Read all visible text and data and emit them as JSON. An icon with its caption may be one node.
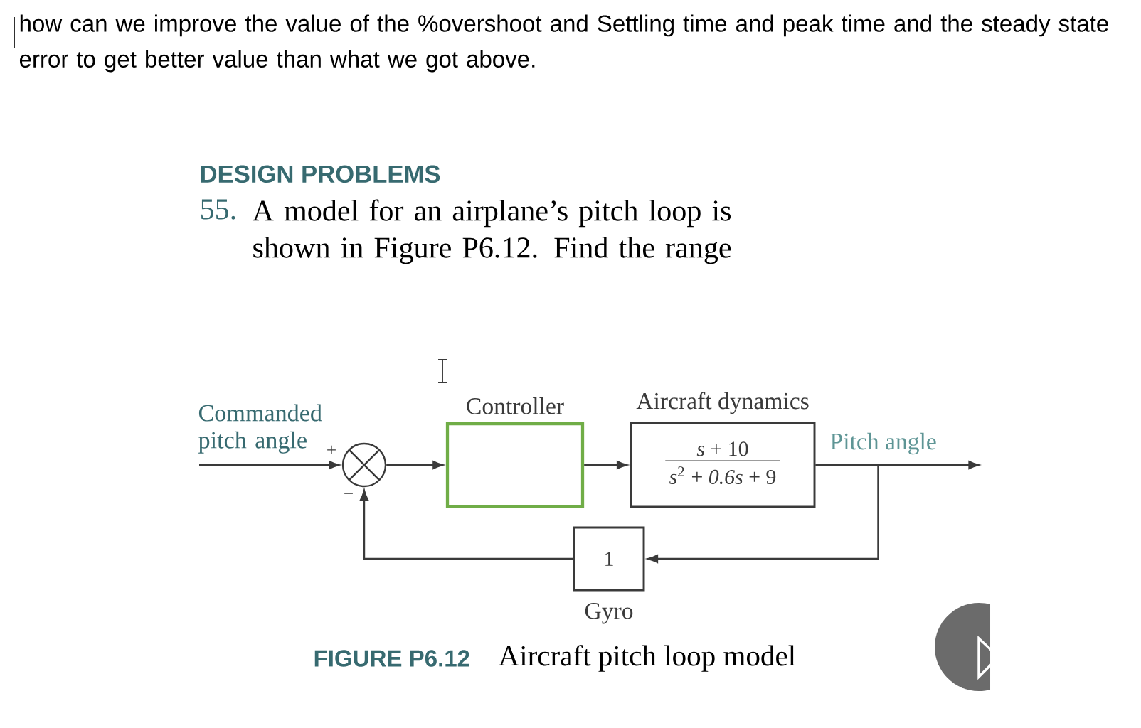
{
  "diagram": {
    "nodes": [
      {
        "text": [],
        "shape": "circle"
      },
      {
        "text": [
          "Controller"
        ]
      },
      {
        "text": [
          "Aircraft dynamics",
          "*s* + 10",
          "*s*$^{2}$ + *0.6s* + 9"
        ]
      },
      {
        "text": [
          "1"
        ],
        "beside": [
          "Gyro"
        ]
      }
    ],
    "edges": [
      {
        "from": null,
        "to": 0,
        "arrow": "to",
        "label": "Commanded pitch angle"
      },
      {
        "from": 0,
        "to": 1,
        "arrow": "to"
      },
      {
        "from": 1,
        "to": 2,
        "arrow": "to"
      },
      {
        "from": 2,
        "to": null,
        "arrow": "to",
        "label": "Pitch angle"
      },
      {
        "from": 2,
        "to": 3,
        "arrow": "to"
      },
      {
        "from": 3,
        "to": 0,
        "arrow": "to"
      }
    ],
    "labels": [
      "how can we improve the value of the %overshoot and Settling time and peak time and the steady state error to get better value than what we got above.",
      "DESIGN PROBLEMS",
      "55.",
      "A model for an airplane’s pitch loop is shown in Figure P6.12. Find the range",
      "+",
      "−",
      "FIGURE P6.12",
      "Aircraft pitch loop model"
    ]
  }
}
